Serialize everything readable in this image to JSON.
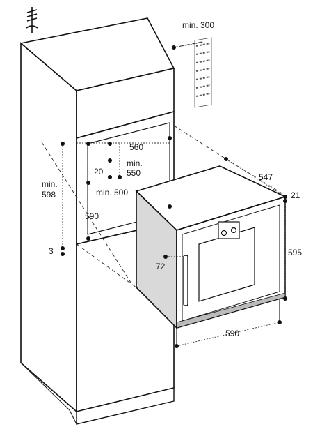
{
  "dimensions": {
    "min300": "min. 300",
    "d560": "560",
    "min550_line1": "min.",
    "min550_line2": "550",
    "d20": "20",
    "min500": "min. 500",
    "min598_line1": "min.",
    "min598_line2": "598",
    "d590_niche": "590",
    "d3": "3",
    "d547": "547",
    "d21": "21",
    "d595": "595",
    "d72": "72",
    "d590_oven": "590"
  },
  "colors": {
    "line": "#111111",
    "background": "#ffffff",
    "shade": "#d9d9d9",
    "hatch": "#555555"
  },
  "icons": [
    "earth-ground-symbol-top",
    "earth-ground-symbol-mid"
  ]
}
